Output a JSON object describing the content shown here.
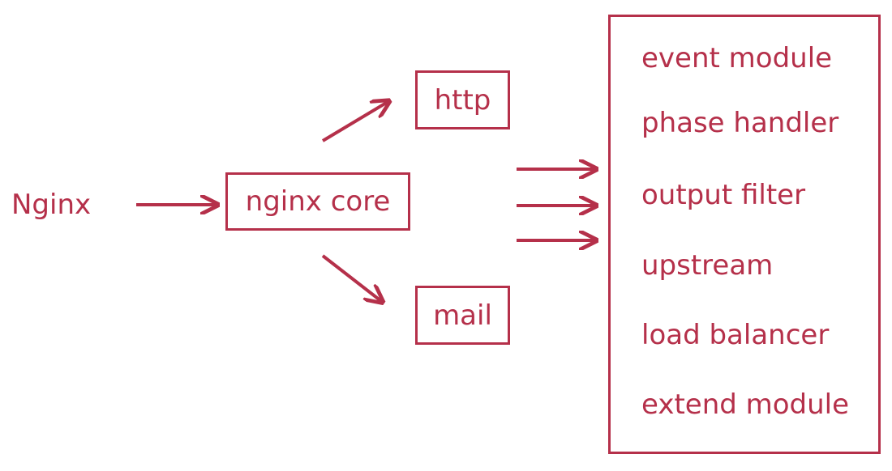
{
  "diagram": {
    "root": "Nginx",
    "core": "nginx core",
    "branches": [
      "http",
      "mail"
    ],
    "modules": [
      "event module",
      "phase handler",
      "output filter",
      "upstream",
      "load balancer",
      "extend module"
    ],
    "colors": {
      "accent": "#b5304a",
      "background": "#ffffff"
    }
  }
}
